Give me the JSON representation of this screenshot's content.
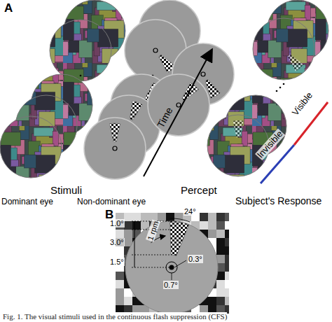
{
  "diagram": {
    "caption": "Fig. 1. The visual stimuli used in the continuous flash suppression (CFS)",
    "labels": [
      "A",
      "Stimuli",
      "Dominant eye",
      "Non-dominant eye",
      "Time",
      "Percept",
      "Subject's Response",
      "Invisible",
      "Visible",
      "B",
      "1.0°",
      "24°",
      "3.0°",
      "1 rpm",
      "1.5°",
      "0.3°",
      "0.7°"
    ]
  }
}
